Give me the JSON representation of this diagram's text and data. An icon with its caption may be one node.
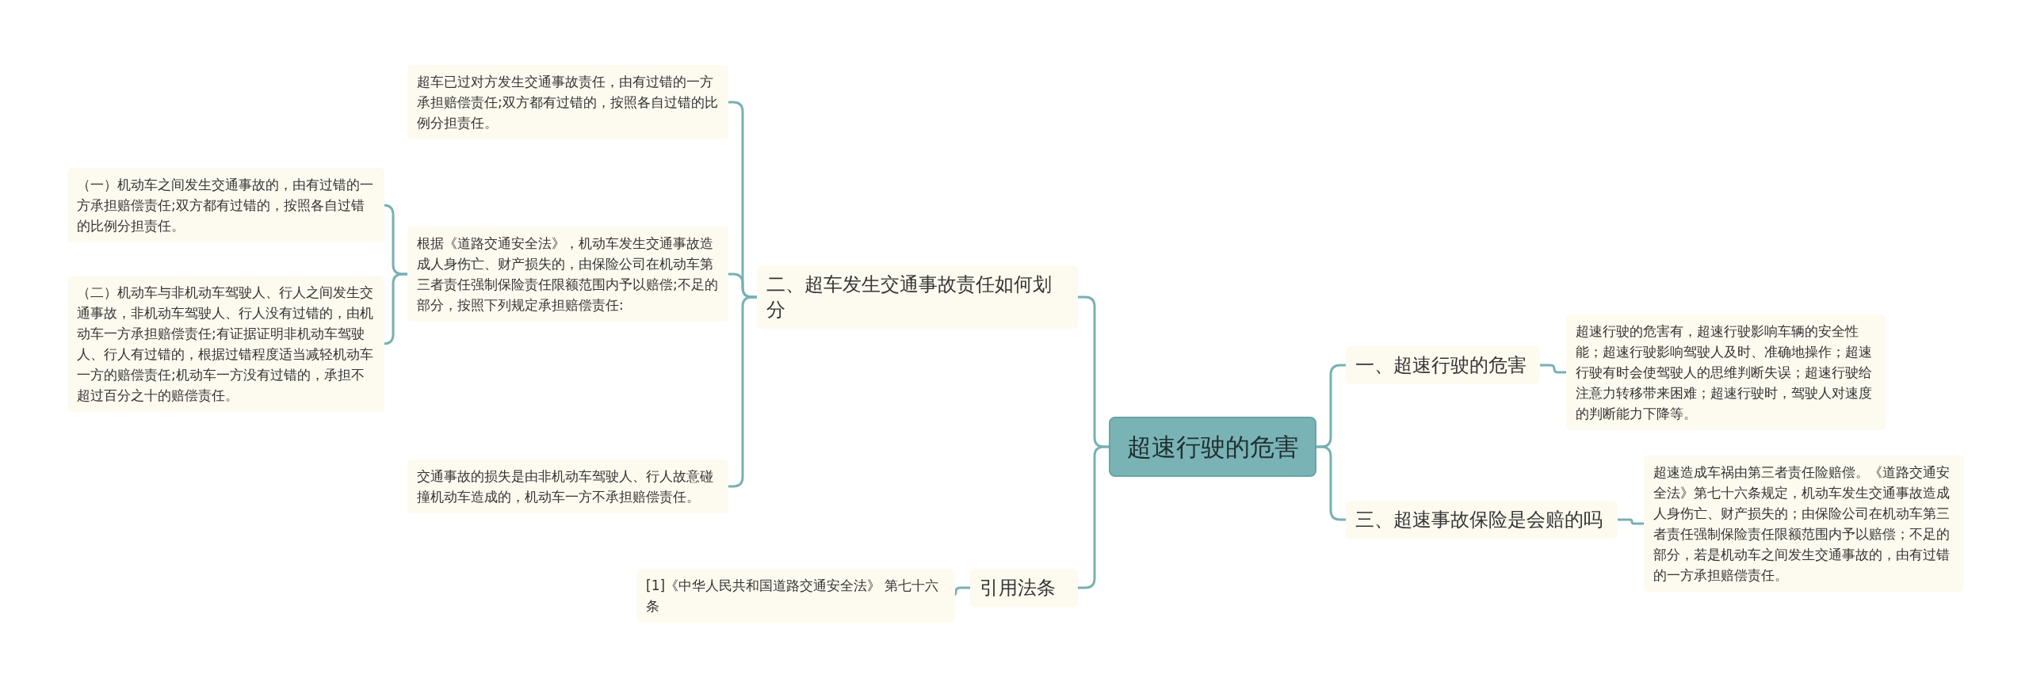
{
  "diagram": {
    "nodes": [
      {
        "text": [
          "超速行驶的危害"
        ]
      },
      {
        "text": [
          "二、超车发生交通事故责任如何划分"
        ]
      },
      {
        "text": [
          "超车已过对方发生交通事故责任，由有过错的一方承担赔偿责任;双方都有过错的，按照各自过错的比例分担责任。"
        ]
      },
      {
        "text": [
          "根据《道路交通安全法》，机动车发生交通事故造成人身伤亡、财产损失的，由保险公司在机动车第三者责任强制保险责任限额范围内予以赔偿;不足的部分，按照下列规定承担赔偿责任:"
        ]
      },
      {
        "text": [
          "（一）机动车之间发生交通事故的，由有过错的一方承担赔偿责任;双方都有过错的，按照各自过错的比例分担责任。"
        ]
      },
      {
        "text": [
          "（二）机动车与非机动车驾驶人、行人之间发生交通事故，非机动车驾驶人、行人没有过错的，由机动车一方承担赔偿责任;有证据证明非机动车驾驶人、行人有过错的，根据过错程度适当减轻机动车一方的赔偿责任;机动车一方没有过错的，承担不超过百分之十的赔偿责任。"
        ]
      },
      {
        "text": [
          "交通事故的损失是由非机动车驾驶人、行人故意碰撞机动车造成的，机动车一方不承担赔偿责任。"
        ]
      },
      {
        "text": [
          "引用法条"
        ]
      },
      {
        "text": [
          "[1]《中华人民共和国道路交通安全法》 第七十六条"
        ]
      },
      {
        "text": [
          "一、超速行驶的危害"
        ]
      },
      {
        "text": [
          "超速行驶的危害有，超速行驶影响车辆的安全性能；超速行驶影响驾驶人及时、准确地操作；超速行驶有时会使驾驶人的思维判断失误；超速行驶给注意力转移带来困难；超速行驶时，驾驶人对速度的判断能力下降等。"
        ]
      },
      {
        "text": [
          "三、超速事故保险是会赔的吗"
        ]
      },
      {
        "text": [
          "超速造成车祸由第三者责任险赔偿。《道路交通安全法》第七十六条规定，机动车发生交通事故造成人身伤亡、财产损失的；由保险公司在机动车第三者责任强制保险责任限额范围内予以赔偿；不足的部分，若是机动车之间发生交通事故的，由有过错的一方承担赔偿责任。"
        ]
      }
    ],
    "edges": [
      {
        "from": 0,
        "to": 1,
        "arrow": "none"
      },
      {
        "from": 1,
        "to": 2,
        "arrow": "none"
      },
      {
        "from": 1,
        "to": 3,
        "arrow": "none"
      },
      {
        "from": 3,
        "to": 4,
        "arrow": "none"
      },
      {
        "from": 3,
        "to": 5,
        "arrow": "none"
      },
      {
        "from": 1,
        "to": 6,
        "arrow": "none"
      },
      {
        "from": 0,
        "to": 7,
        "arrow": "none"
      },
      {
        "from": 7,
        "to": 8,
        "arrow": "none"
      },
      {
        "from": 0,
        "to": 9,
        "arrow": "none"
      },
      {
        "from": 9,
        "to": 10,
        "arrow": "none"
      },
      {
        "from": 0,
        "to": 11,
        "arrow": "none"
      },
      {
        "from": 11,
        "to": 12,
        "arrow": "none"
      }
    ]
  }
}
